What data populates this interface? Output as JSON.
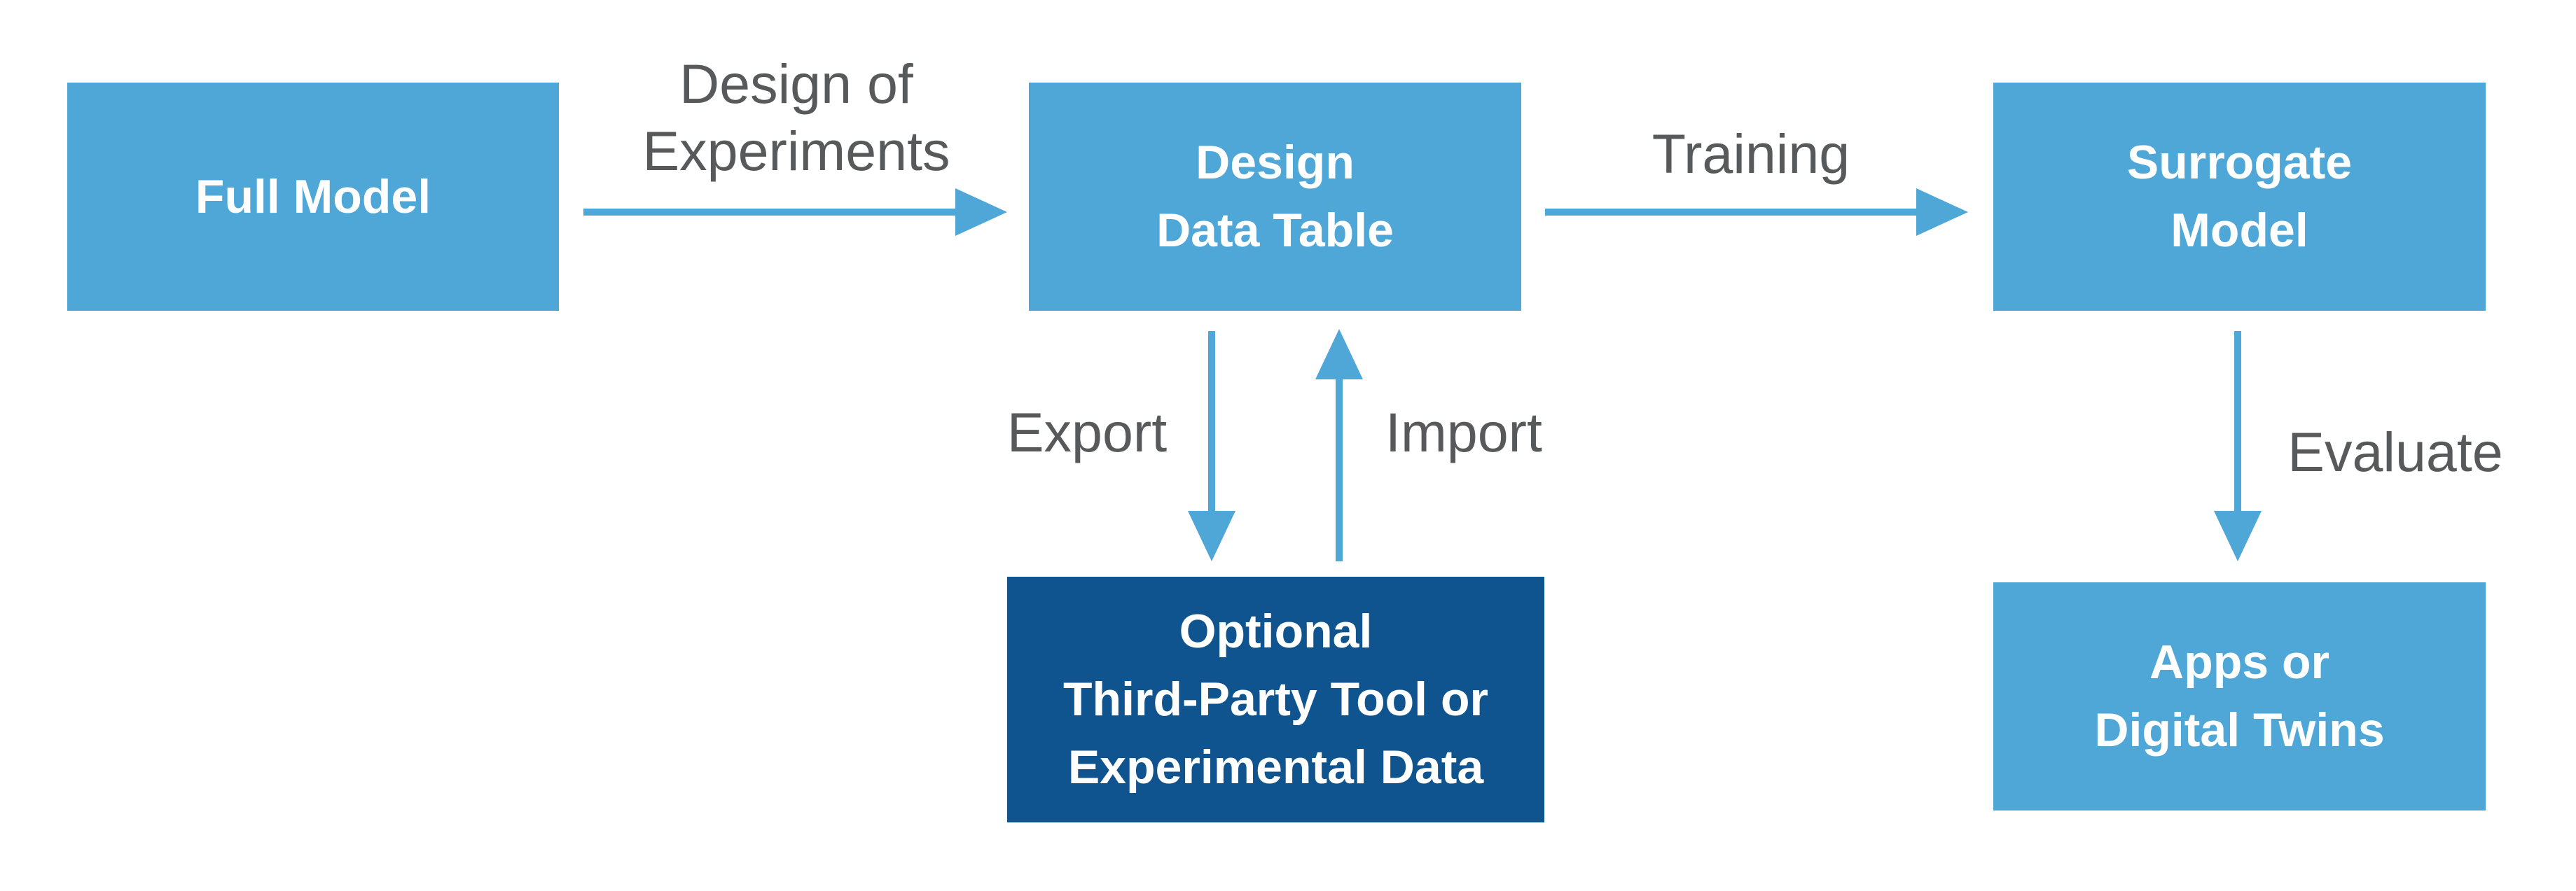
{
  "colors": {
    "background": "#FFFFFF",
    "box_light_blue": "#4FA7D7",
    "box_dark_blue": "#0F548E",
    "arrow_blue": "#4FA7D7",
    "label_gray": "#58595B",
    "box_text": "#FFFFFF"
  },
  "diagram": {
    "nodes": {
      "full_model": {
        "lines": [
          "Full Model"
        ]
      },
      "design_data_table": {
        "lines": [
          "Design",
          "Data Table"
        ]
      },
      "surrogate_model": {
        "lines": [
          "Surrogate",
          "Model"
        ]
      },
      "third_party": {
        "lines": [
          "Optional",
          "Third-Party Tool or",
          "Experimental Data"
        ]
      },
      "apps_digital_twins": {
        "lines": [
          "Apps or",
          "Digital Twins"
        ]
      }
    },
    "edges": {
      "design_of_experiments": {
        "label_lines": [
          "Design of",
          "Experiments"
        ],
        "from": "Full Model",
        "to": "Design Data Table"
      },
      "training": {
        "label_lines": [
          "Training"
        ],
        "from": "Design Data Table",
        "to": "Surrogate Model"
      },
      "export": {
        "label_lines": [
          "Export"
        ],
        "from": "Design Data Table",
        "to": "Optional Third-Party Tool or Experimental Data"
      },
      "import": {
        "label_lines": [
          "Import"
        ],
        "from": "Optional Third-Party Tool or Experimental Data",
        "to": "Design Data Table"
      },
      "evaluate": {
        "label_lines": [
          "Evaluate"
        ],
        "from": "Surrogate Model",
        "to": "Apps or Digital Twins"
      }
    }
  }
}
